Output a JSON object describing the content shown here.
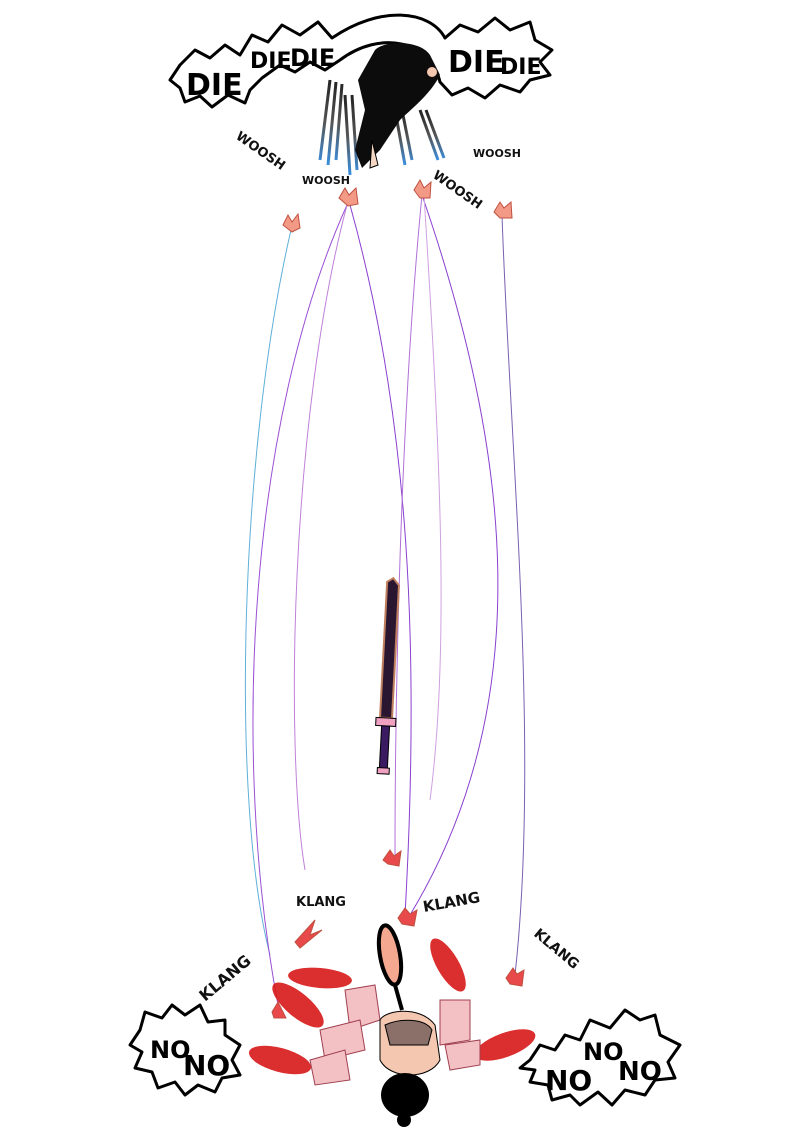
{
  "shout_top": {
    "words": [
      "DIE",
      "DIE",
      "DIE",
      "DIE",
      "DIE"
    ]
  },
  "whoosh": [
    "WOOSH",
    "WOOSH",
    "WOOSH",
    "WOOSH"
  ],
  "clang": [
    "KLANG",
    "KLANG",
    "KLANG",
    "KLANG"
  ],
  "shout_left": [
    "NO",
    "NO"
  ],
  "shout_right": [
    "NO",
    "NO",
    "NO"
  ],
  "colors": {
    "spark": "#f29a86",
    "spark_red": "#e8494a",
    "blur_blue": "#3a8fe0",
    "trail_purple": "#8a3fd0",
    "trail_blue": "#4aa3d6",
    "scribble_red": "#d81818",
    "skin": "#f4c7b0"
  }
}
